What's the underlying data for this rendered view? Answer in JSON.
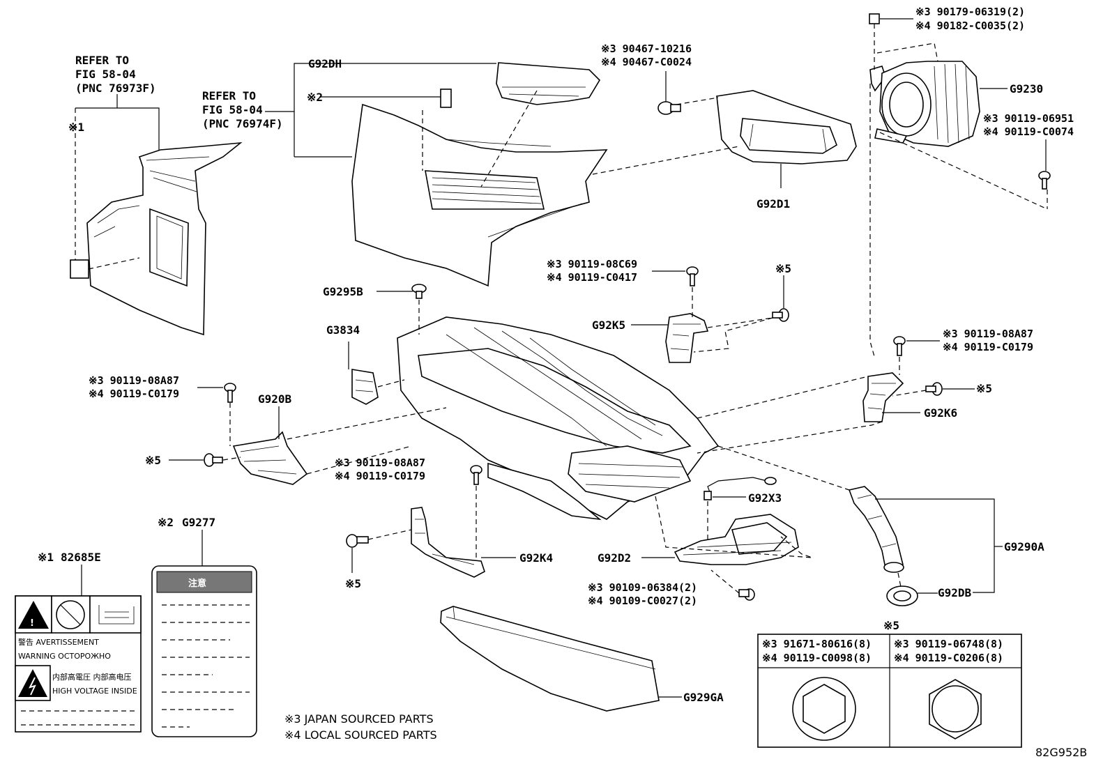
{
  "refer_1": {
    "line1": "REFER TO",
    "line2": "FIG 58-04",
    "line3": "(PNC 76973F)"
  },
  "refer_2": {
    "line1": "REFER TO",
    "line2": "FIG 58-04",
    "line3": "(PNC 76974F)"
  },
  "marks": {
    "m1": "※1",
    "m2": "※2",
    "m5": "※5"
  },
  "parts": {
    "g92dh": "G92DH",
    "g9230": "G9230",
    "g92d1": "G92D1",
    "g9295b": "G9295B",
    "g3834": "G3834",
    "g92k5": "G92K5",
    "g920b": "G920B",
    "g92k6": "G92K6",
    "g92x3": "G92X3",
    "g92k4": "G92K4",
    "g92d2": "G92D2",
    "g9290a": "G9290A",
    "g92db": "G92DB",
    "g929ga": "G929GA",
    "g9277": "G9277",
    "p82685e": "82685E"
  },
  "fasteners": {
    "f1_a": "※3 90179-06319(2)",
    "f1_b": "※4 90182-C0035(2)",
    "f2_a": "※3 90467-10216",
    "f2_b": "※4 90467-C0024",
    "f3_a": "※3 90119-06951",
    "f3_b": "※4 90119-C0074",
    "f4_a": "※3 90119-08C69",
    "f4_b": "※4 90119-C0417",
    "f5_a": "※3 90119-08A87",
    "f5_b": "※4 90119-C0179",
    "f6_a": "※3 90119-08A87",
    "f6_b": "※4 90119-C0179",
    "f7_a": "※3 90119-08A87",
    "f7_b": "※4 90119-C0179",
    "f8_a": "※3 90109-06384(2)",
    "f8_b": "※4 90109-C0027(2)"
  },
  "table": {
    "header": "※5",
    "left_a": "※3 91671-80616(8)",
    "left_b": "※4 90119-C0098(8)",
    "right_a": "※3 90119-06748(8)",
    "right_b": "※4 90119-C0206(8)"
  },
  "legend": {
    "japan": "※3 JAPAN SOURCED PARTS",
    "local": "※4 LOCAL SOURCED PARTS"
  },
  "label_82685e": {
    "warn1": "警告 AVERTISSEMENT",
    "warn2": "WARNING ОСТОРОЖНО",
    "hv1": "内部高電圧 内部高电压",
    "hv2": "HIGH VOLTAGE INSIDE"
  },
  "label_g9277": {
    "title": "注意"
  },
  "figure_code": "82G952B"
}
